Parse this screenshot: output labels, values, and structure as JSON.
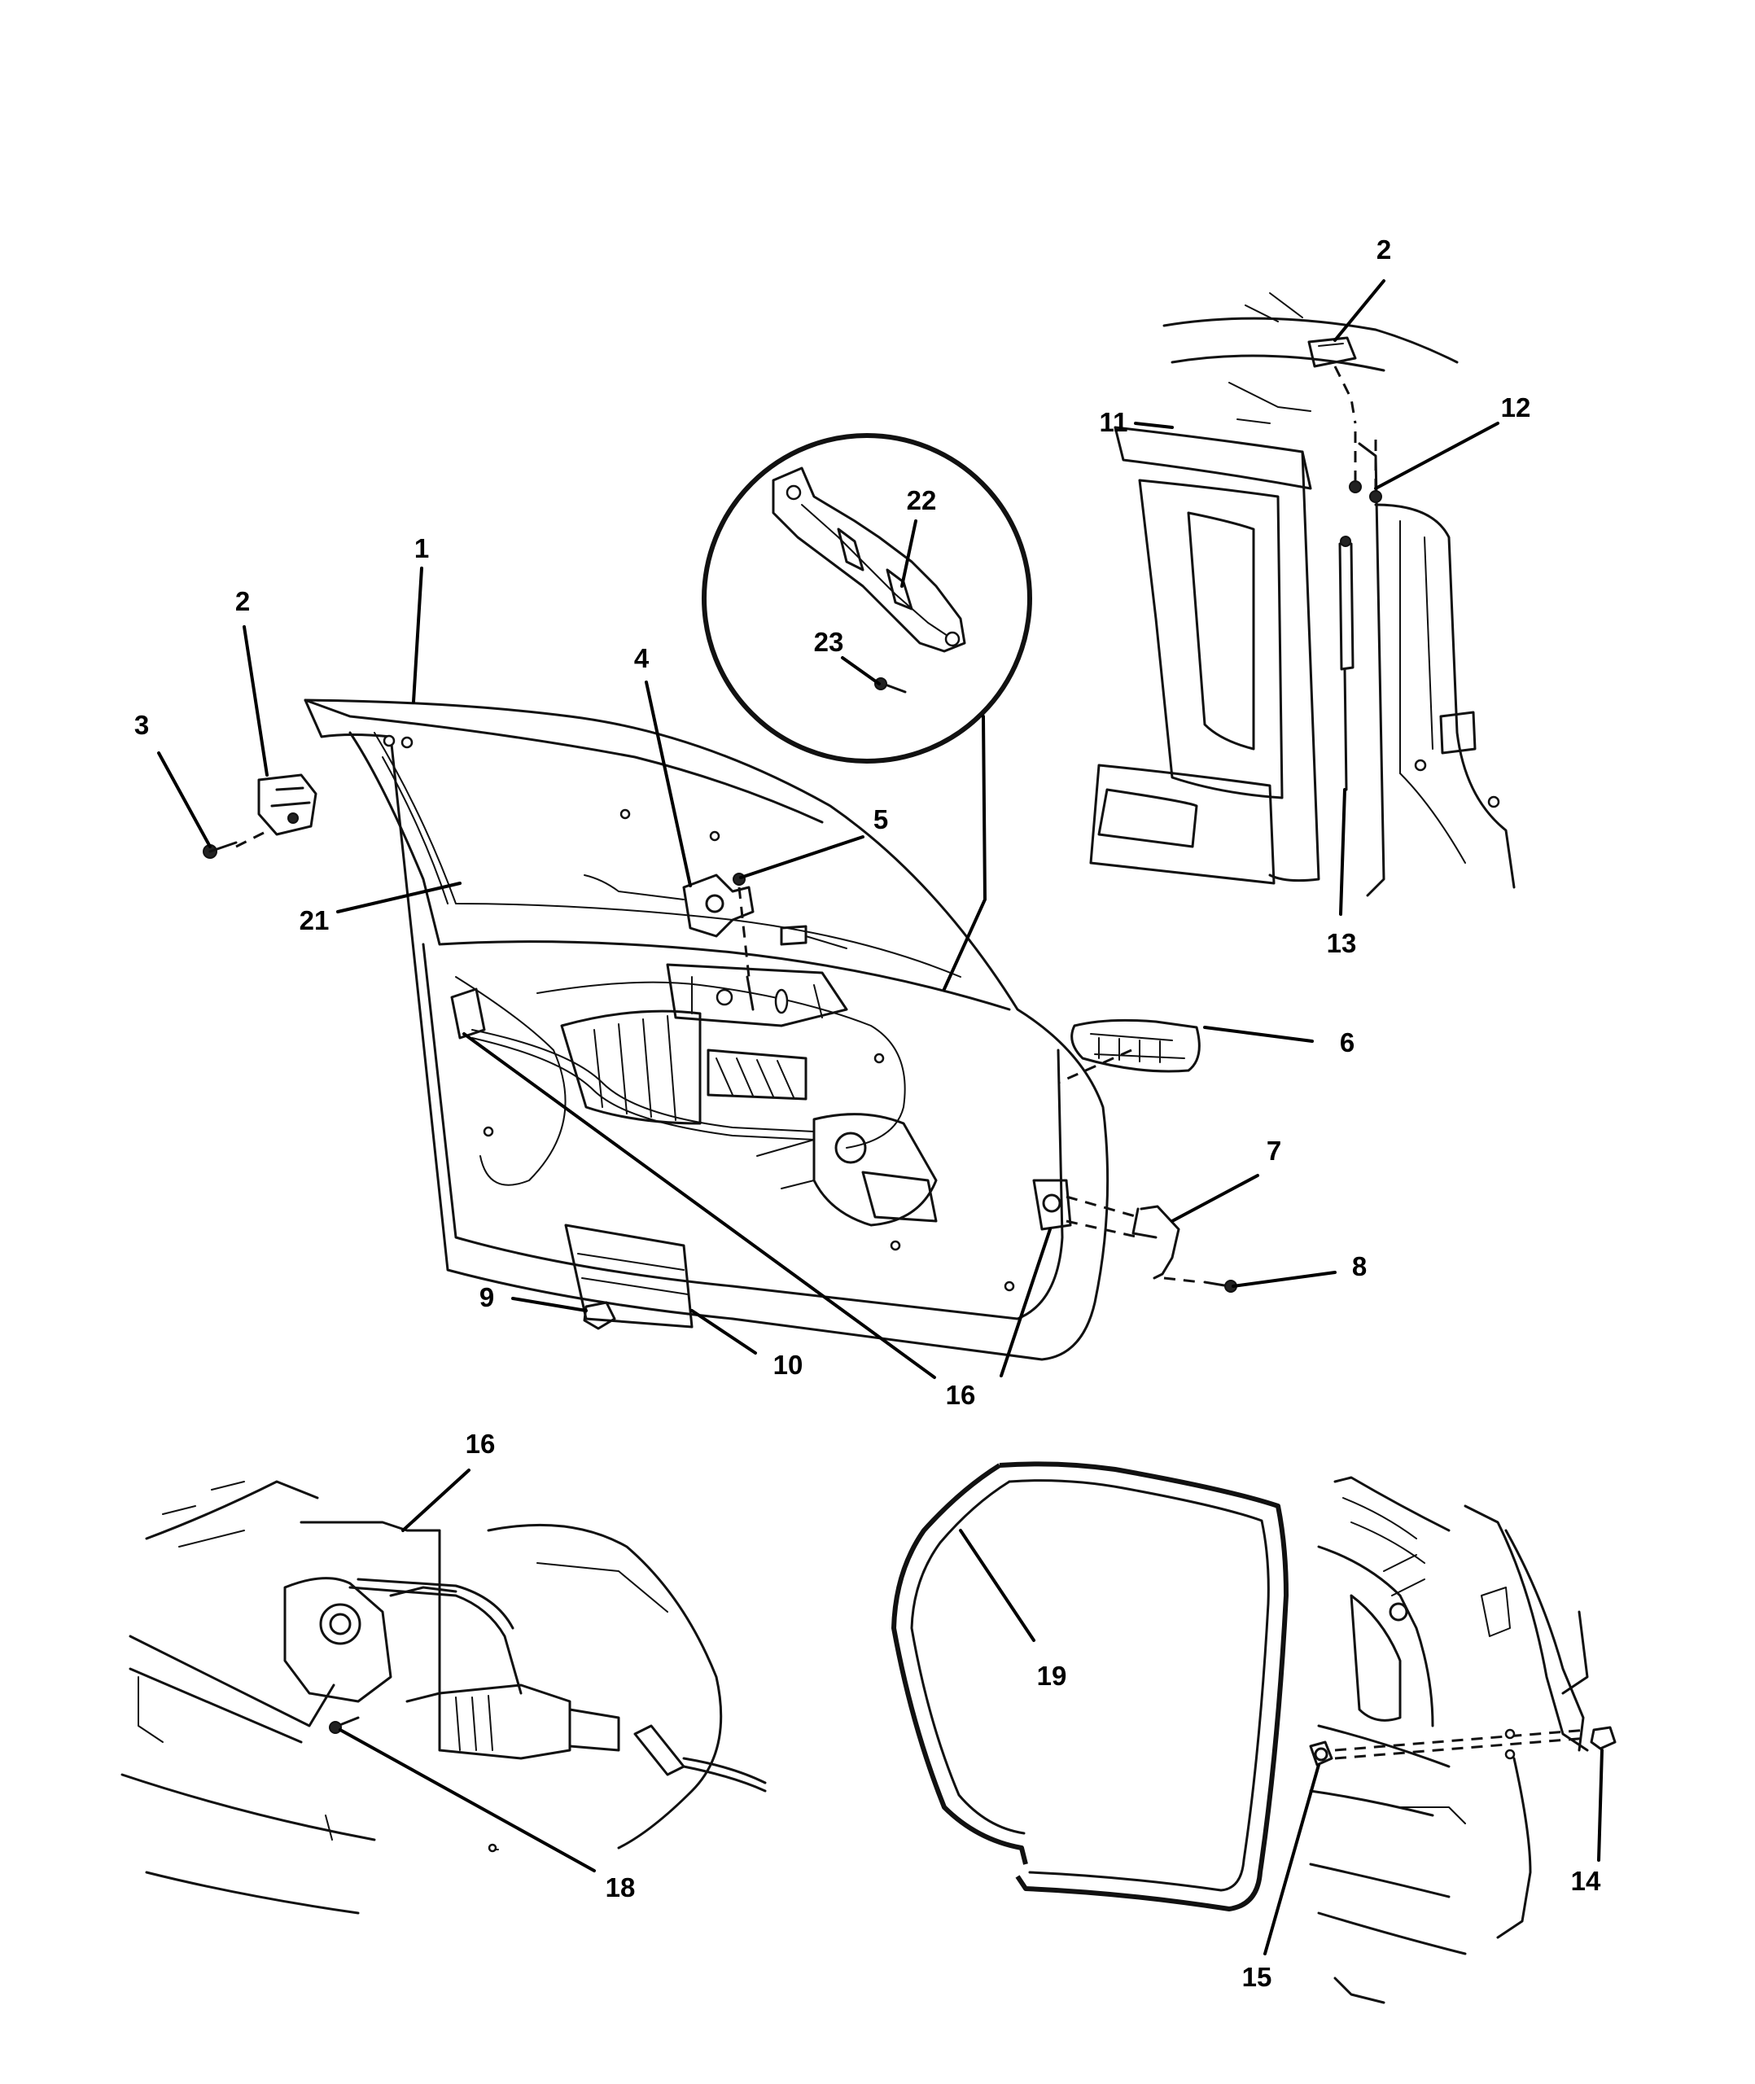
{
  "callouts": {
    "c1": "1",
    "c2_left": "2",
    "c2_right": "2",
    "c3": "3",
    "c4": "4",
    "c5": "5",
    "c6": "6",
    "c7": "7",
    "c8": "8",
    "c9": "9",
    "c10": "10",
    "c11": "11",
    "c12": "12",
    "c13": "13",
    "c14": "14",
    "c15": "15",
    "c16_center": "16",
    "c16_detail": "16",
    "c18": "18",
    "c19": "19",
    "c21": "21",
    "c22": "22",
    "c23": "23"
  }
}
